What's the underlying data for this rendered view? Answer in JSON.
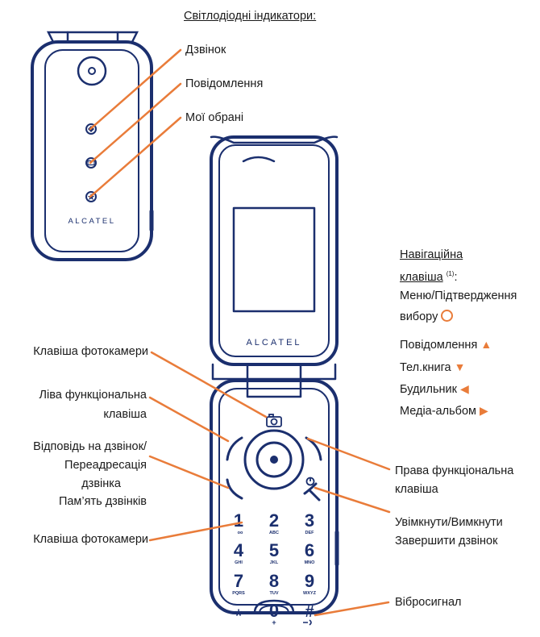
{
  "leds_title": "Світлодіодні індикатори:",
  "brand": "ALCATEL",
  "led_labels": {
    "call": "Дзвінок",
    "message": "Повідомлення",
    "favorites": "Мої обрані"
  },
  "nav": {
    "title_1": "Навігаційна",
    "title_2": "клавіша",
    "footnote": "(1)",
    "colon": ":",
    "menu_1": "Меню/Підтвердження",
    "menu_2": "вибору",
    "messages": "Повідомлення",
    "phonebook": "Тел.книга",
    "alarm": "Будильник",
    "media": "Медіа-альбом"
  },
  "left_labels": {
    "camera_key_top": "Клавіша фотокамери",
    "left_soft_1": "Ліва функціональна",
    "left_soft_2": "клавіша",
    "answer_1": "Відповідь на дзвінок/",
    "answer_2": "Переадресація",
    "answer_3": "дзвінка",
    "answer_4": "Пам’ять дзвінків",
    "camera_key_bottom": "Клавіша фотокамери"
  },
  "right_labels": {
    "right_soft_1": "Права функціональна",
    "right_soft_2": "клавіша",
    "power_1": "Увімкнути/Вимкнути",
    "power_2": "Завершити дзвінок",
    "vibrate": "Вібросигнал"
  },
  "keypad": {
    "k1": "1",
    "k1s": "oo",
    "k2": "2",
    "k2s": "ABC",
    "k3": "3",
    "k3s": "DEF",
    "k4": "4",
    "k4s": "GHI",
    "k5": "5",
    "k5s": "JKL",
    "k6": "6",
    "k6s": "MNO",
    "k7": "7",
    "k7s": "PQRS",
    "k8": "8",
    "k8s": "TUV",
    "k9": "9",
    "k9s": "WXYZ",
    "kstar": "*",
    "k0": "0",
    "k0s": "+",
    "khash": "#"
  },
  "colors": {
    "outline": "#1b2f6e",
    "accent": "#e97c3a"
  }
}
